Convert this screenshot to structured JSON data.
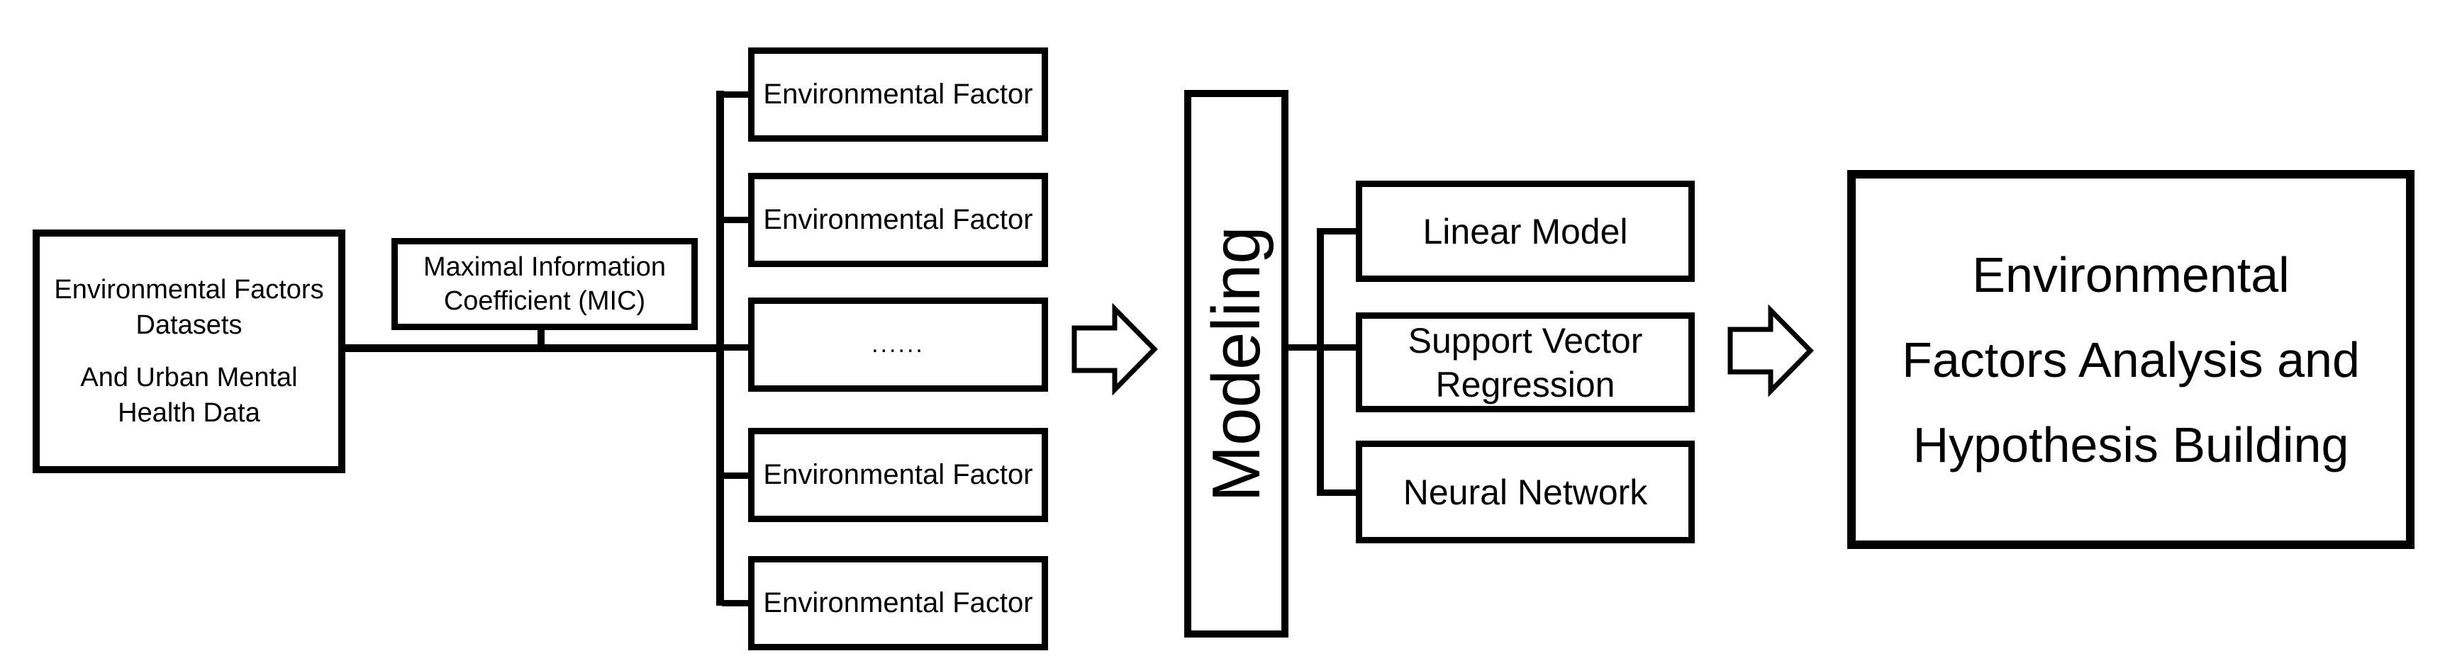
{
  "colors": {
    "ink": "#000000",
    "paper": "#ffffff"
  },
  "datasets_box": {
    "line1": "Environmental Factors",
    "line2": "Datasets",
    "line3": "And Urban Mental",
    "line4": "Health Data"
  },
  "mic_box": {
    "line1": "Maximal Information",
    "line2": "Coefficient (MIC)"
  },
  "factor_boxes": [
    {
      "label": "Environmental Factor"
    },
    {
      "label": "Environmental Factor"
    },
    {
      "label": "......"
    },
    {
      "label": "Environmental Factor"
    },
    {
      "label": "Environmental Factor"
    }
  ],
  "modeling_box": {
    "label": "Modeling"
  },
  "model_boxes": {
    "linear": {
      "label": "Linear Model"
    },
    "svr": {
      "line1": "Support Vector",
      "line2": "Regression"
    },
    "nn": {
      "label": "Neural Network"
    }
  },
  "output_box": {
    "line1": "Environmental",
    "line2": "Factors Analysis and",
    "line3": "Hypothesis Building"
  }
}
